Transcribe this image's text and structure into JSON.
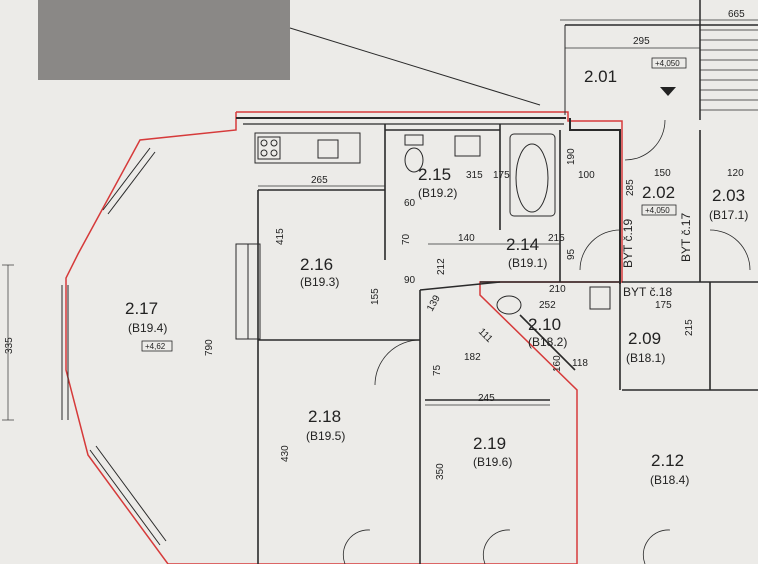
{
  "colors": {
    "paper": "#ecebe8",
    "wall": "#2a2a2a",
    "outline": "#d63a3a",
    "redaction": "#8a8886"
  },
  "rooms": [
    {
      "number": "2.17",
      "code": "(B19.4)"
    },
    {
      "number": "2.16",
      "code": "(B19.3)"
    },
    {
      "number": "2.15",
      "code": "(B19.2)"
    },
    {
      "number": "2.14",
      "code": "(B19.1)"
    },
    {
      "number": "2.18",
      "code": "(B19.5)"
    },
    {
      "number": "2.19",
      "code": "(B19.6)"
    },
    {
      "number": "2.10",
      "code": "(B18.2)"
    },
    {
      "number": "2.09",
      "code": "(B18.1)"
    },
    {
      "number": "2.02",
      "code": ""
    },
    {
      "number": "2.03",
      "code": "(B17.1)"
    },
    {
      "number": "2.12",
      "code": "(B18.4)"
    },
    {
      "number": "2.01",
      "code": ""
    }
  ],
  "levels": [
    "+4,62",
    "+4,050",
    "+4,050"
  ],
  "unit_labels": [
    "BYT č.19",
    "BYT č.17",
    "BYT č.18"
  ],
  "dimensions": [
    "665",
    "295",
    "265",
    "415",
    "315",
    "175",
    "190",
    "100",
    "285",
    "150",
    "120",
    "60",
    "70",
    "140",
    "215",
    "95",
    "212",
    "90",
    "155",
    "139",
    "252",
    "210",
    "175",
    "111",
    "182",
    "160",
    "118",
    "215",
    "245",
    "790",
    "430",
    "350",
    "335",
    "75"
  ]
}
